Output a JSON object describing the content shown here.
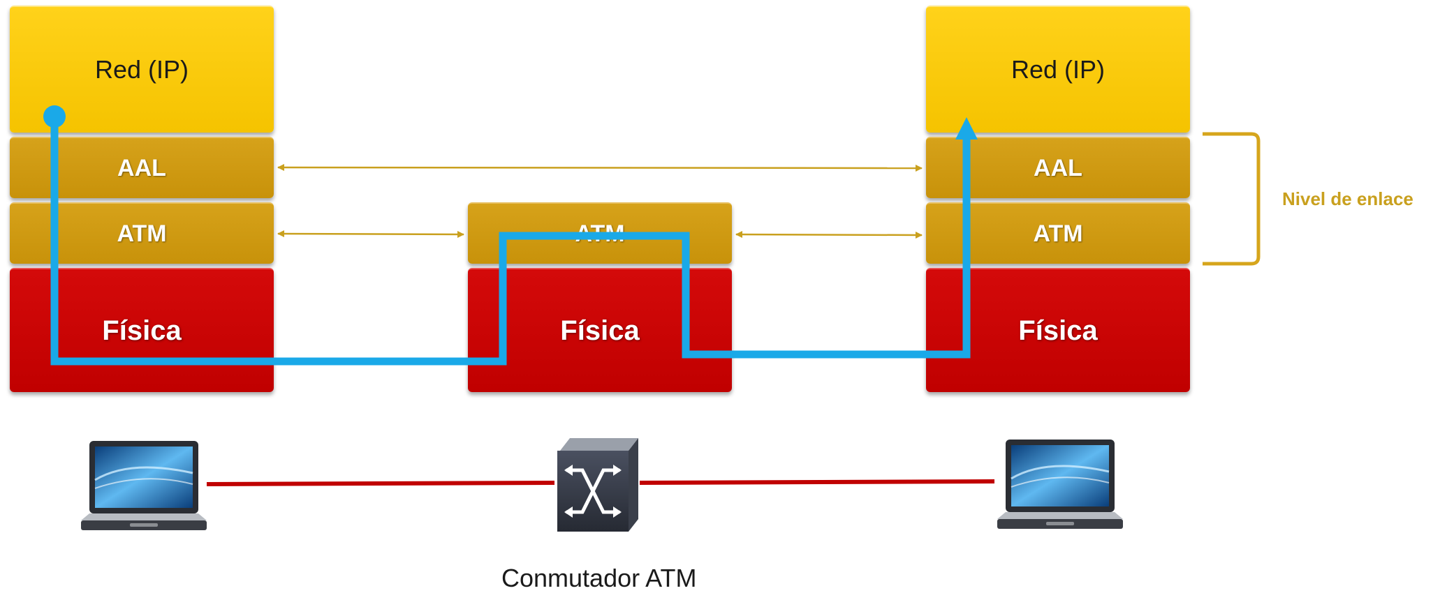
{
  "stacks": {
    "left": {
      "network": "Red (IP)",
      "aal": "AAL",
      "atm": "ATM",
      "physical": "Física"
    },
    "middle": {
      "atm": "ATM",
      "physical": "Física"
    },
    "right": {
      "network": "Red (IP)",
      "aal": "AAL",
      "atm": "ATM",
      "physical": "Física"
    }
  },
  "bracket_label": "Nivel de enlace",
  "switch_label": "Conmutador ATM",
  "icons": {
    "left_host": "laptop-icon",
    "switch": "atm-switch-icon",
    "right_host": "laptop-icon"
  },
  "colors": {
    "network_layer": "#f5c300",
    "link_layer": "#c8920a",
    "physical_layer": "#c00000",
    "data_path": "#1aa9e8",
    "peer_arrows": "#c9a01e",
    "physical_link": "#c00000"
  }
}
